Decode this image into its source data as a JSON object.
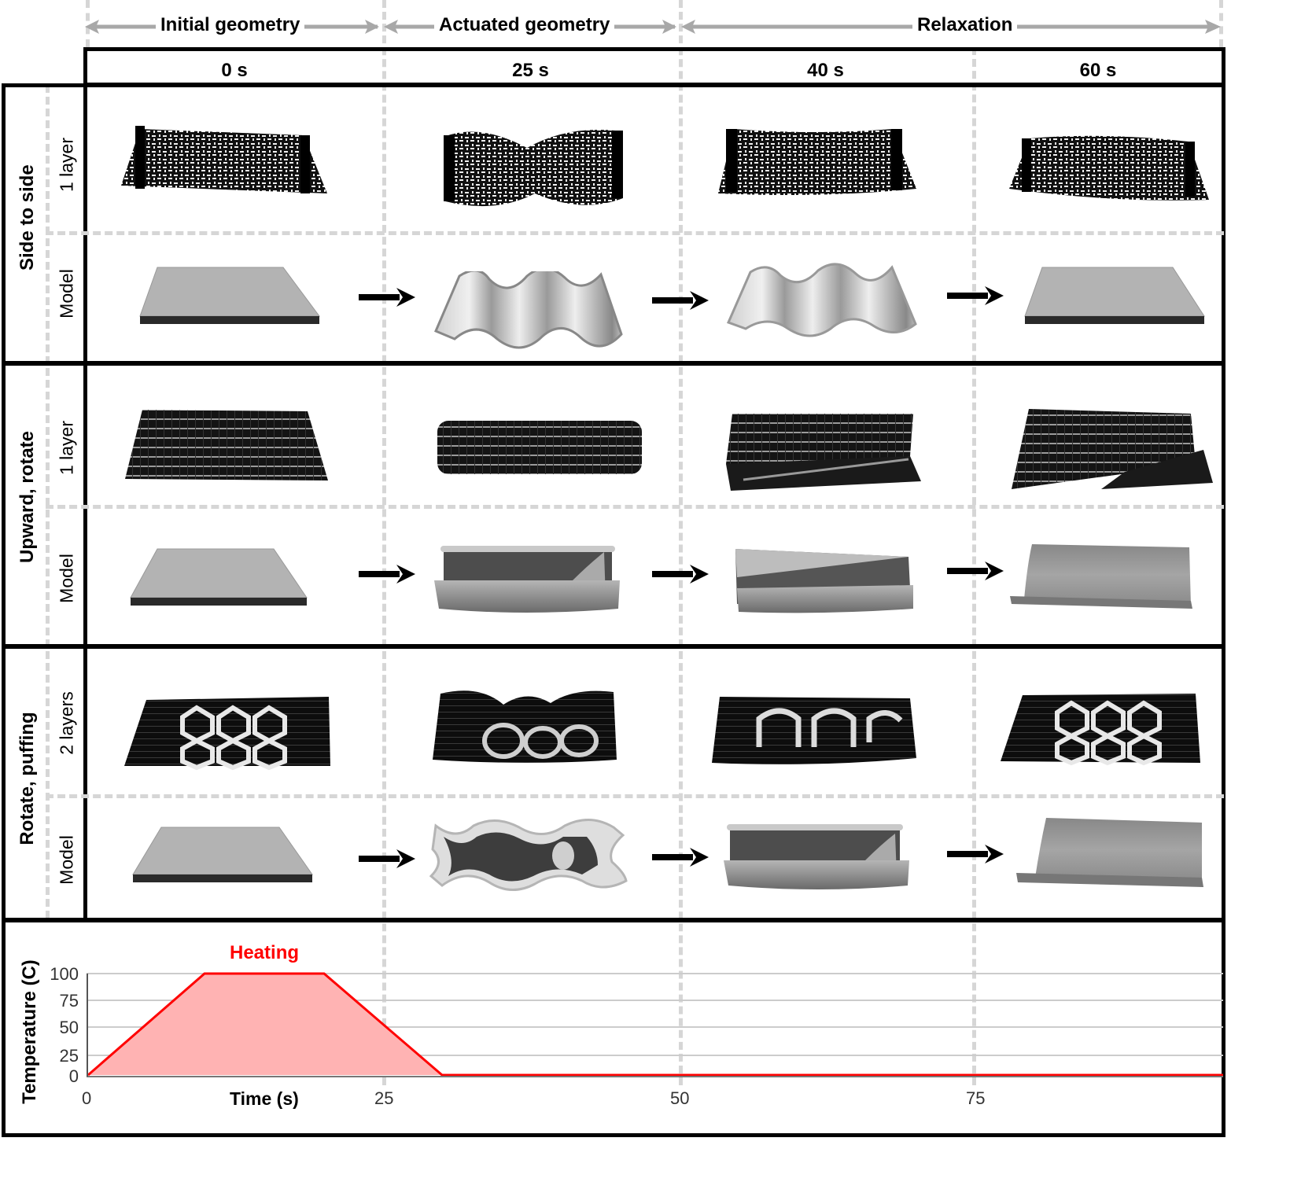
{
  "phases": [
    {
      "label": "Initial geometry"
    },
    {
      "label": "Actuated geometry"
    },
    {
      "label": "Relaxation"
    }
  ],
  "times": [
    "0 s",
    "25 s",
    "40 s",
    "60 s"
  ],
  "rows": [
    {
      "group": "Side to side",
      "sub": [
        "1 layer",
        "Model"
      ],
      "photo_pattern": "white-woven-mesh",
      "model_shapes": [
        "flat-plate",
        "sine-wave-sheet",
        "sine-wave-sheet",
        "flat-plate"
      ]
    },
    {
      "group": "Upward, rotate",
      "sub": [
        "1 layer",
        "Model"
      ],
      "photo_pattern": "dark-striped-weave",
      "model_shapes": [
        "flat-plate",
        "half-tube",
        "twisted-half-tube",
        "curled-sheet"
      ]
    },
    {
      "group": "Rotate, puffing",
      "sub": [
        "2 layers",
        "Model"
      ],
      "photo_pattern": "dark-with-hexagons",
      "model_shapes": [
        "flat-plate",
        "puffed-wave-tube",
        "half-tube",
        "curled-sheet"
      ]
    }
  ],
  "arrows": [
    "right-arrow-icon",
    "right-arrow-icon",
    "right-arrow-icon"
  ],
  "chart": {
    "ylabel": "Temperature (C)",
    "xlabel": "Time (s)",
    "annotation": "Heating",
    "yticks": [
      "100",
      "75",
      "50",
      "25",
      "0"
    ],
    "xticks": [
      "0",
      "25",
      "50",
      "75"
    ]
  },
  "colors": {
    "heating": "#ff0000",
    "heating_fill": "#ffb3b3",
    "grid": "#cccccc",
    "dash": "#d6d6d6"
  },
  "chart_data": {
    "type": "area",
    "title": "",
    "annotation": "Heating",
    "xlabel": "Time (s)",
    "ylabel": "Temperature (C)",
    "x": [
      0,
      10,
      20,
      25,
      30,
      40,
      50,
      60,
      75,
      96
    ],
    "values": [
      0,
      100,
      100,
      50,
      0,
      0,
      0,
      0,
      0,
      0
    ],
    "xlim": [
      0,
      96
    ],
    "ylim": [
      0,
      100
    ],
    "xticks": [
      0,
      25,
      50,
      75
    ],
    "yticks": [
      0,
      25,
      50,
      75,
      100
    ],
    "grid": true,
    "series_color": "#ff0000"
  }
}
